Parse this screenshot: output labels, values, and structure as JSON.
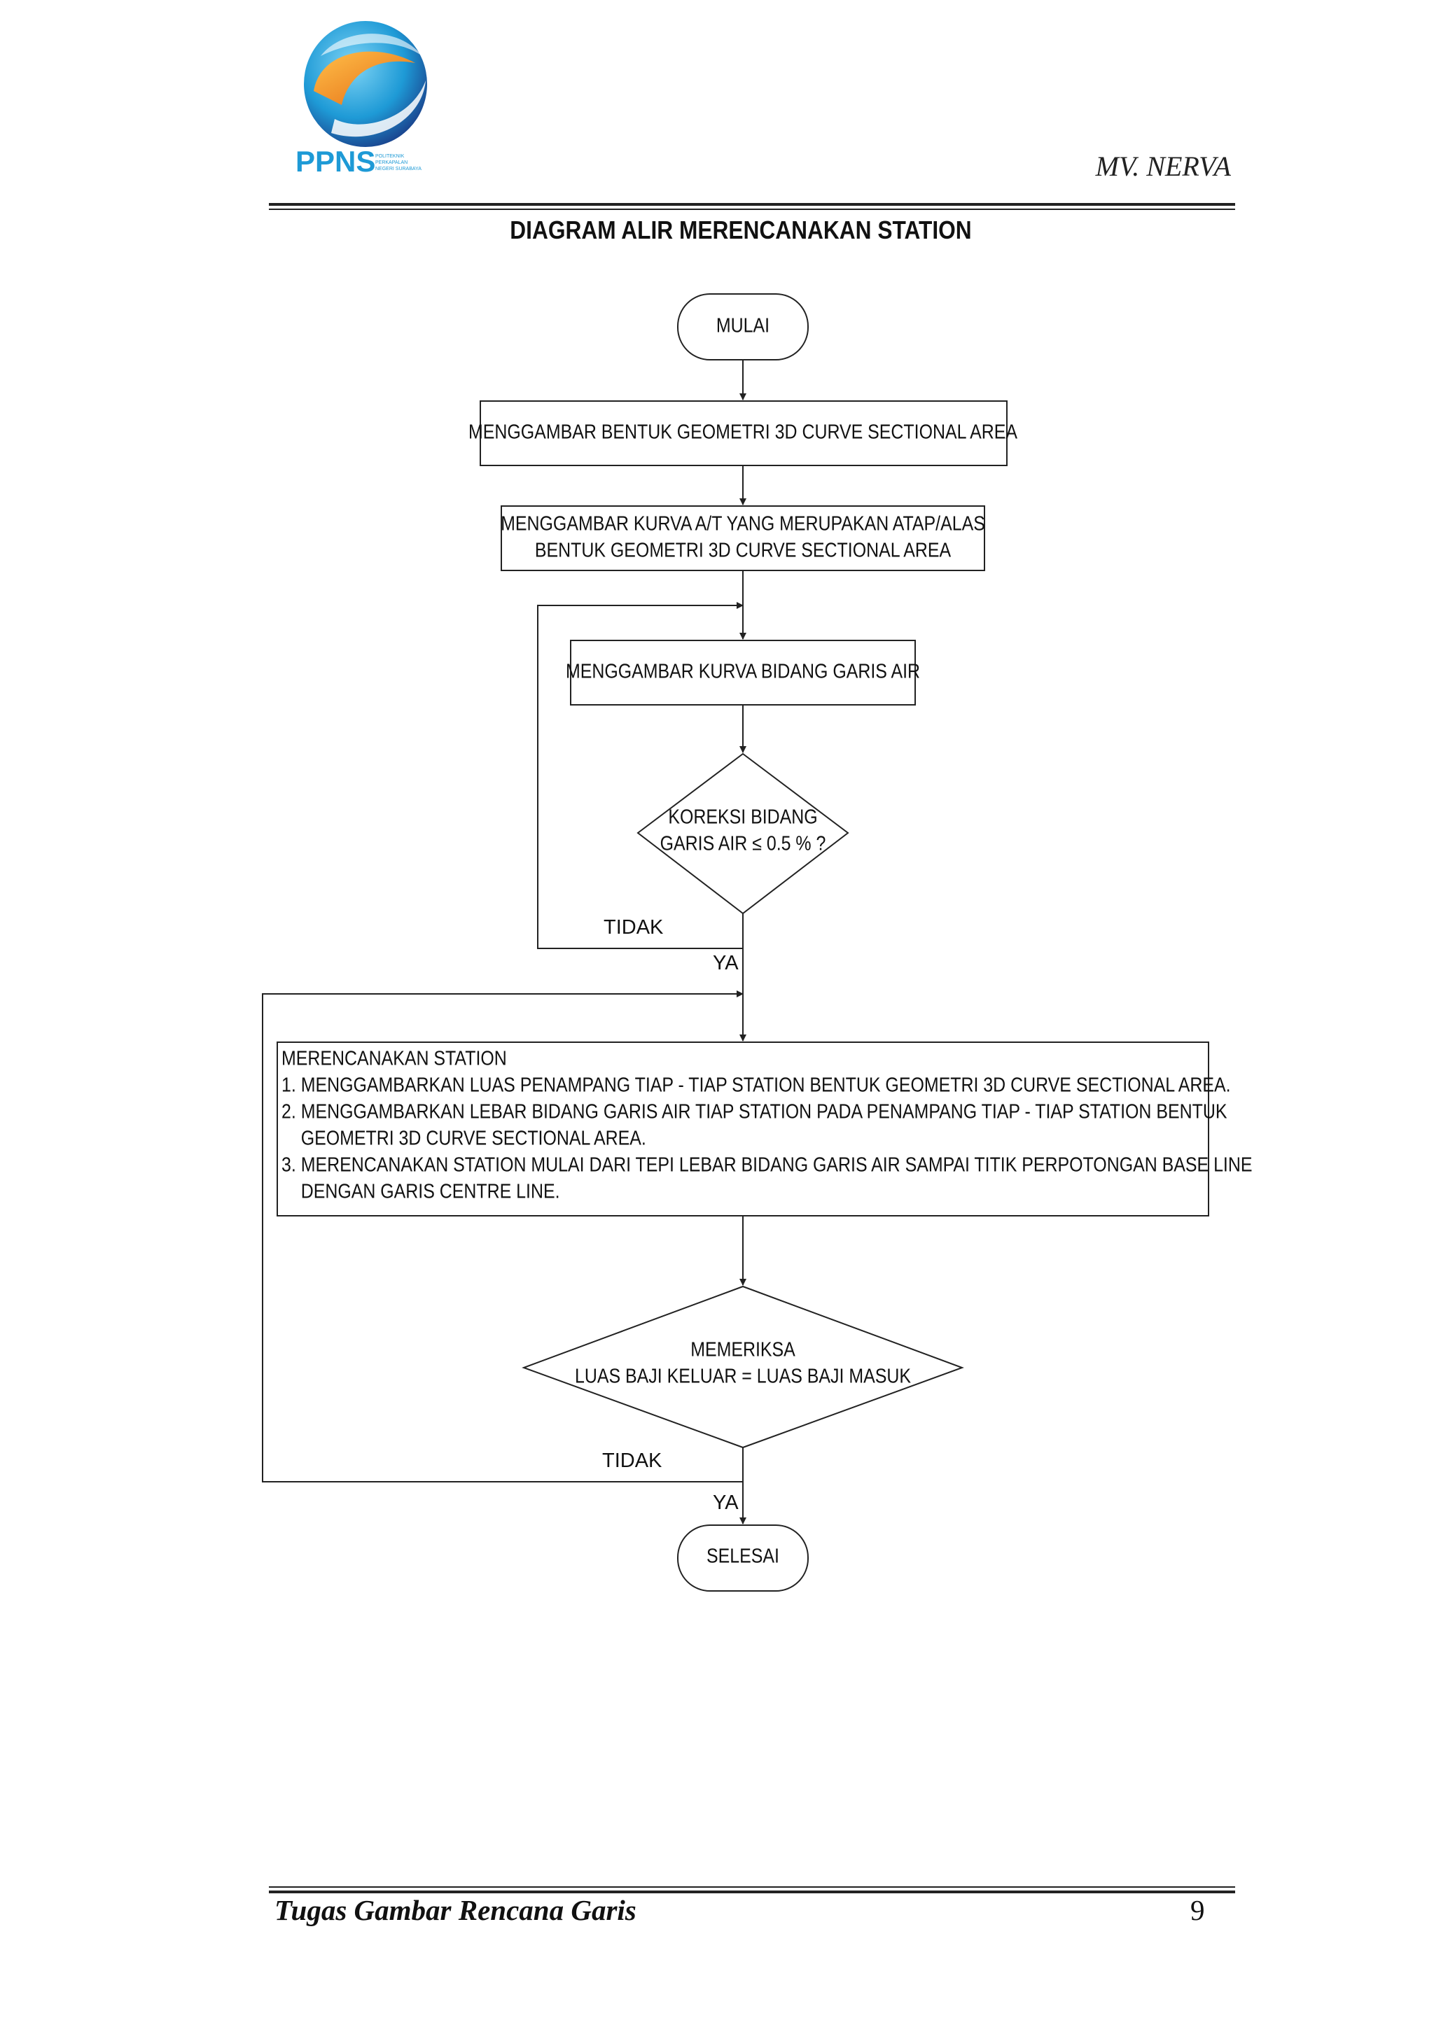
{
  "header": {
    "logo_text": "PPNS",
    "logo_subtext": [
      "POLITEKNIK",
      "PERKAPALAN",
      "NEGERI SURABAYA"
    ],
    "title": "MV. NERVA"
  },
  "document": {
    "title": "DIAGRAM ALIR MERENCANAKAN STATION"
  },
  "flowchart": {
    "nodes": [
      {
        "id": "start",
        "shape": "terminal",
        "lines": [
          "MULAI"
        ]
      },
      {
        "id": "step1",
        "shape": "process",
        "lines": [
          "MENGGAMBAR BENTUK GEOMETRI 3D CURVE SECTIONAL AREA"
        ]
      },
      {
        "id": "step2",
        "shape": "process",
        "lines": [
          "MENGGAMBAR KURVA A/T YANG MERUPAKAN ATAP/ALAS",
          "BENTUK GEOMETRI 3D CURVE SECTIONAL AREA"
        ]
      },
      {
        "id": "step3",
        "shape": "process",
        "lines": [
          "MENGGAMBAR KURVA BIDANG GARIS AIR"
        ]
      },
      {
        "id": "decision1",
        "shape": "decision",
        "lines": [
          "KOREKSI BIDANG",
          "GARIS AIR ≤ 0.5 % ?"
        ]
      },
      {
        "id": "step4",
        "shape": "process",
        "lines": [
          "MERENCANAKAN STATION",
          "1. MENGGAMBARKAN LUAS PENAMPANG TIAP - TIAP STATION BENTUK GEOMETRI 3D CURVE SECTIONAL AREA.",
          "2. MENGGAMBARKAN LEBAR BIDANG GARIS AIR TIAP STATION PADA PENAMPANG TIAP - TIAP STATION BENTUK",
          "    GEOMETRI 3D CURVE SECTIONAL AREA.",
          "3. MERENCANAKAN STATION MULAI DARI TEPI LEBAR BIDANG GARIS AIR SAMPAI TITIK PERPOTONGAN BASE LINE",
          "    DENGAN GARIS CENTRE LINE."
        ]
      },
      {
        "id": "decision2",
        "shape": "decision",
        "lines": [
          "MEMERIKSA",
          "LUAS BAJI KELUAR = LUAS BAJI MASUK"
        ]
      },
      {
        "id": "end",
        "shape": "terminal",
        "lines": [
          "SELESAI"
        ]
      }
    ],
    "edge_labels": {
      "d1_no": "TIDAK",
      "d1_yes": "YA",
      "d2_no": "TIDAK",
      "d2_yes": "YA"
    }
  },
  "footer": {
    "title": "Tugas Gambar Rencana Garis",
    "page_number": "9"
  },
  "colors": {
    "line": "#222222",
    "logo_blue": "#1e9ad6",
    "logo_orange": "#f08a24",
    "logo_dark": "#1a3f8a"
  }
}
